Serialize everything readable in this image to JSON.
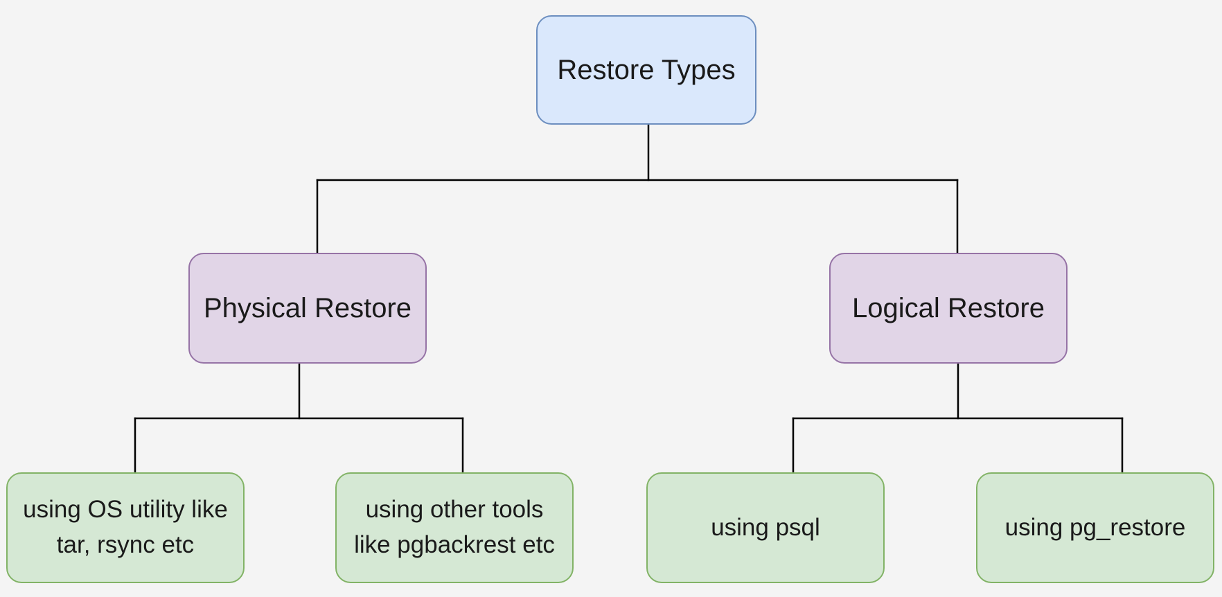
{
  "diagram": {
    "root": {
      "label": "Restore Types"
    },
    "branches": [
      {
        "label": "Physical Restore",
        "leaves": [
          {
            "lines": [
              "using OS utility like",
              "tar, rsync etc"
            ]
          },
          {
            "lines": [
              "using other tools",
              "like pgbackrest etc"
            ]
          }
        ]
      },
      {
        "label": "Logical Restore",
        "leaves": [
          {
            "lines": [
              "using psql"
            ]
          },
          {
            "lines": [
              "using pg_restore"
            ]
          }
        ]
      }
    ]
  },
  "colors": {
    "root_fill": "#dae8fc",
    "root_stroke": "#6c8ebf",
    "branch_fill": "#e1d5e7",
    "branch_stroke": "#9673a6",
    "leaf_fill": "#d5e8d4",
    "leaf_stroke": "#82b366",
    "connector": "#000000",
    "background": "#f4f4f4"
  }
}
